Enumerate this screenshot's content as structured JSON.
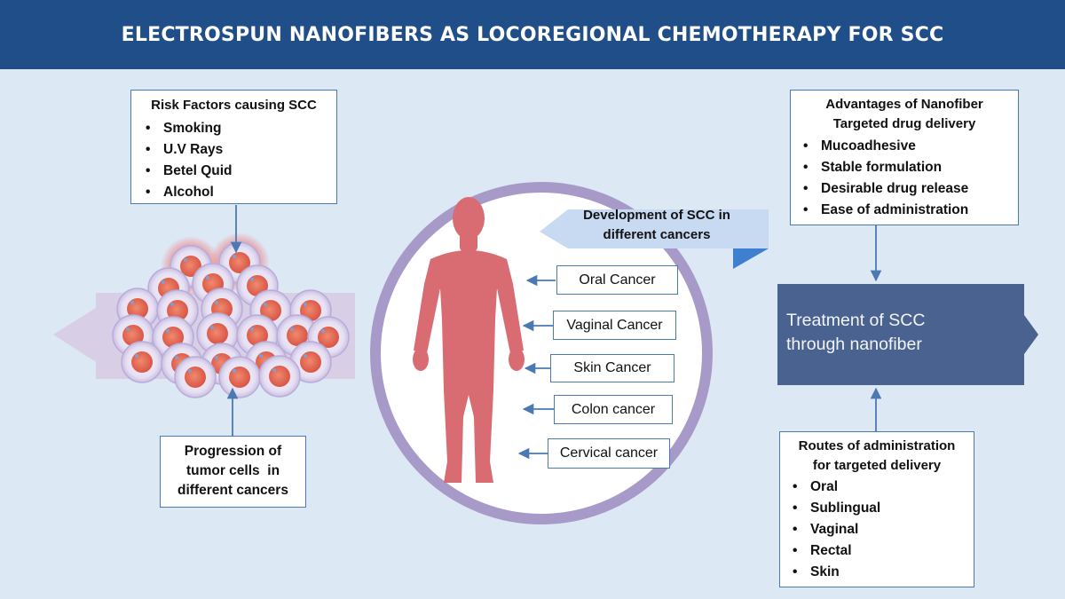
{
  "title": "ELECTROSPUN NANOFIBERS AS LOCOREGIONAL CHEMOTHERAPY FOR SCC",
  "risk_factors": {
    "heading": "Risk Factors causing SCC",
    "items": [
      "Smoking",
      "U.V Rays",
      "Betel Quid",
      "Alcohol"
    ]
  },
  "progression": {
    "line1": "Progression of",
    "line2": "tumor cells  in",
    "line3": "different cancers"
  },
  "development": {
    "line1": "Development of SCC in",
    "line2": "different cancers"
  },
  "cancers": [
    "Oral Cancer",
    "Vaginal Cancer",
    "Skin Cancer",
    "Colon cancer",
    "Cervical cancer"
  ],
  "advantages": {
    "heading_line1": "Advantages of Nanofiber",
    "heading_line2": "Targeted drug delivery",
    "items": [
      "Mucoadhesive",
      "Stable formulation",
      "Desirable drug release",
      "Ease of administration"
    ]
  },
  "treatment": {
    "line1": "Treatment of SCC",
    "line2": "through nanofiber"
  },
  "routes": {
    "heading_line1": "Routes of administration",
    "heading_line2": "for targeted delivery",
    "items": [
      "Oral",
      "Sublingual",
      "Vaginal",
      "Rectal",
      "Skin"
    ]
  },
  "colors": {
    "title_bar": "#1f4e88",
    "background": "#dde8f5",
    "box_border": "#4a79b4",
    "ring": "#a89ac8",
    "body": "#d96b72",
    "treatment_box": "#4a628f"
  }
}
